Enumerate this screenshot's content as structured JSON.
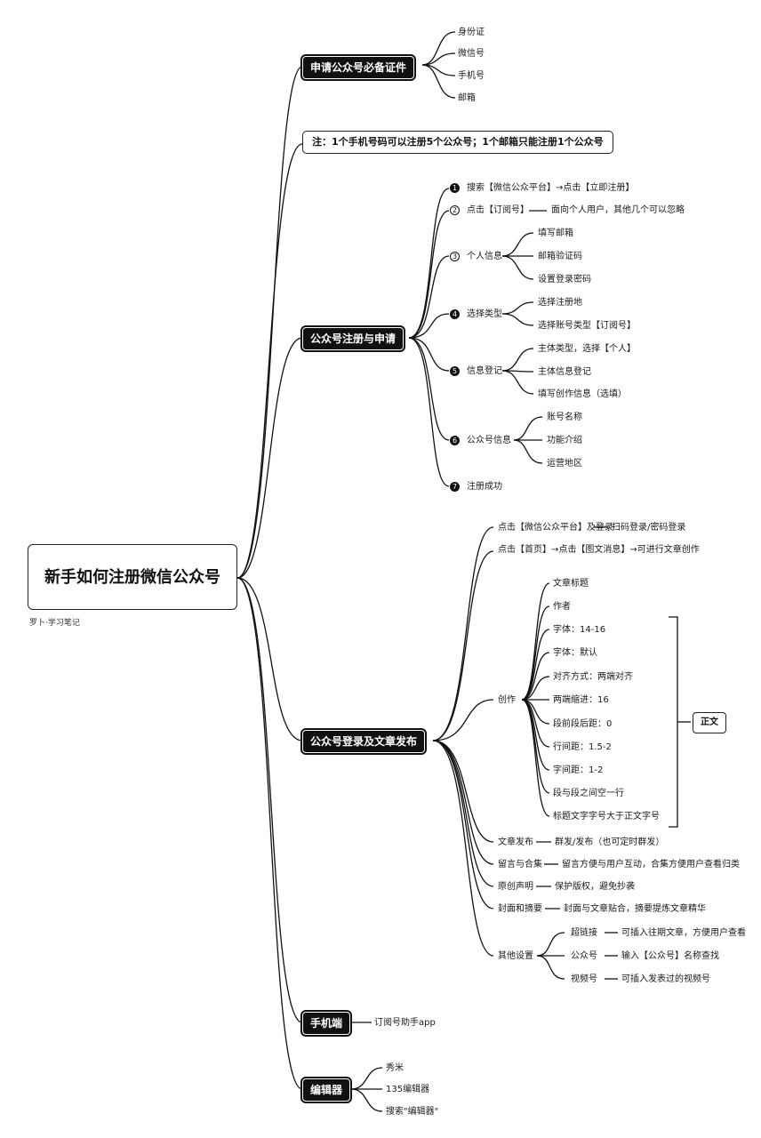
{
  "root": {
    "title": "新手如何注册微信公众号",
    "author": "罗卜·学习笔记"
  },
  "b1": {
    "label": "申请公众号必备证件",
    "items": [
      "身份证",
      "微信号",
      "手机号",
      "邮箱"
    ]
  },
  "note": "注：1个手机号码可以注册5个公众号；1个邮箱只能注册1个公众号",
  "b2": {
    "label": "公众号注册与申请",
    "steps": [
      {
        "num": "1",
        "label": "搜索【微信公众平台】→点击【立即注册】"
      },
      {
        "num": "2",
        "label": "点击【订阅号】",
        "detail": "面向个人用户，其他几个可以忽略"
      },
      {
        "num": "3",
        "label": "个人信息",
        "children": [
          "填写邮箱",
          "邮箱验证码",
          "设置登录密码"
        ]
      },
      {
        "num": "4",
        "label": "选择类型",
        "children": [
          "选择注册地",
          "选择账号类型【订阅号】"
        ]
      },
      {
        "num": "5",
        "label": "信息登记",
        "children": [
          "主体类型，选择【个人】",
          "主体信息登记",
          "填写创作信息（选填）"
        ]
      },
      {
        "num": "6",
        "label": "公众号信息",
        "children": [
          "账号名称",
          "功能介绍",
          "运营地区"
        ]
      },
      {
        "num": "7",
        "label": "注册成功"
      }
    ]
  },
  "b3": {
    "label": "公众号登录及文章发布",
    "login": {
      "label": "点击【微信公众平台】及登录",
      "detail": "扫码登录/密码登录"
    },
    "create_entry": "点击【首页】→点击【图文消息】→可进行文章创作",
    "create": {
      "label": "创作",
      "items": [
        "文章标题",
        "作者",
        "字体：14-16",
        "字体：默认",
        "对齐方式：两端对齐",
        "两端缩进：16",
        "段前段后距：0",
        "行间距：1.5-2",
        "字间距：1-2",
        "段与段之间空一行",
        "标题文字字号大于正文字号"
      ],
      "group_label": "正文"
    },
    "publish": {
      "label": "文章发布",
      "detail": "群发/发布（也可定时群发）"
    },
    "comments": {
      "label": "留言与合集",
      "detail": "留言方便与用户互动，合集方便用户查看归类"
    },
    "original": {
      "label": "原创声明",
      "detail": "保护版权，避免抄袭"
    },
    "cover": {
      "label": "封面和摘要",
      "detail": "封面与文章贴合，摘要提炼文章精华"
    },
    "other": {
      "label": "其他设置",
      "items": [
        {
          "label": "超链接",
          "detail": "可插入往期文章，方便用户查看"
        },
        {
          "label": "公众号",
          "detail": "输入【公众号】名称查找"
        },
        {
          "label": "视频号",
          "detail": "可插入发表过的视频号"
        }
      ]
    }
  },
  "b4": {
    "label": "手机端",
    "detail": "订阅号助手app"
  },
  "b5": {
    "label": "编辑器",
    "items": [
      "秀米",
      "135编辑器",
      "搜索\"编辑器\""
    ]
  }
}
